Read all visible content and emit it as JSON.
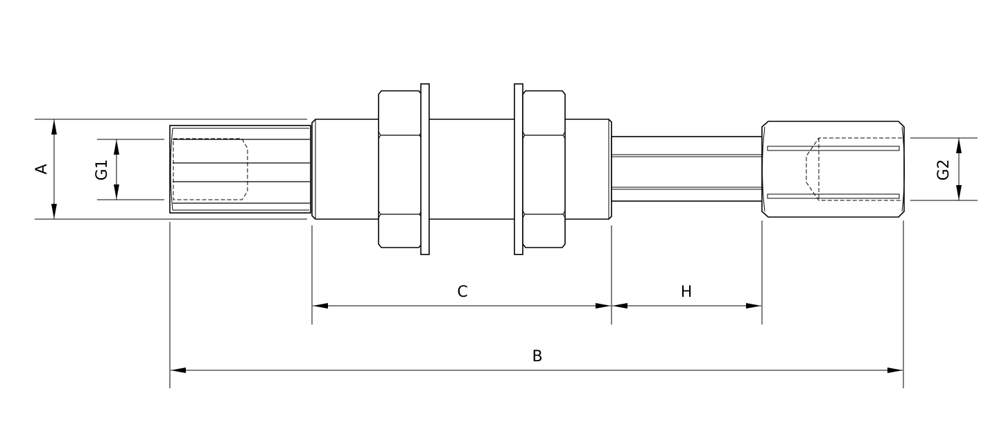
{
  "drawing": {
    "dimensions": {
      "A": "A",
      "G1": "G1",
      "G2": "G2",
      "C": "C",
      "H": "H",
      "B": "B"
    }
  }
}
